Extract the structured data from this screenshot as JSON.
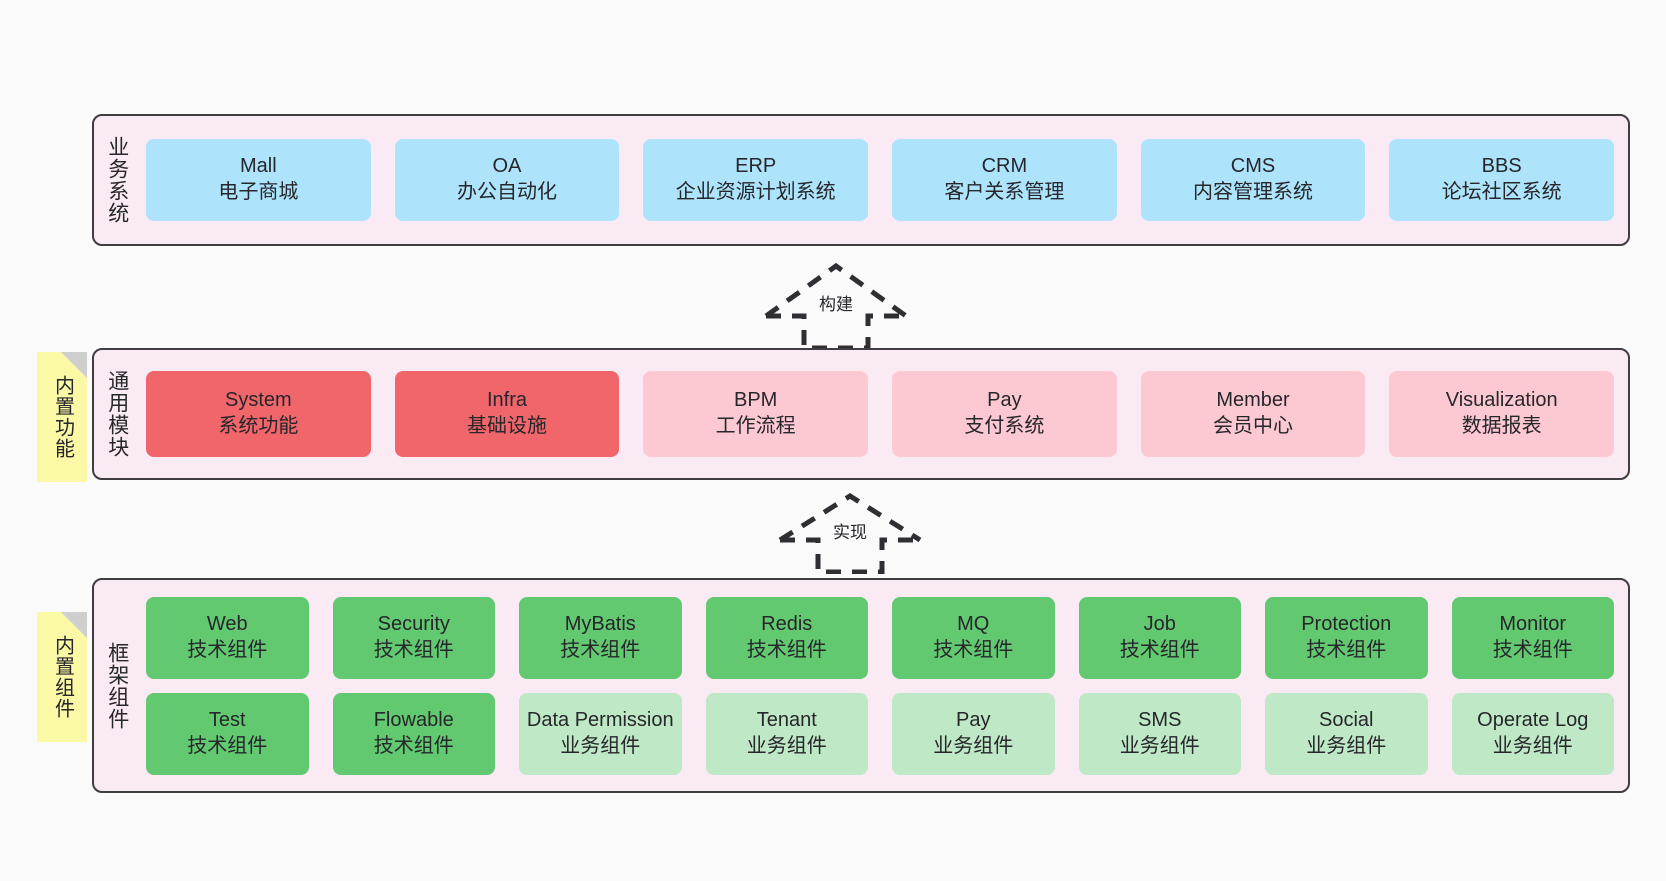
{
  "diagram": {
    "background": "#fafafa",
    "colors": {
      "layer_bg": "#f9eaf4",
      "layer_border": "#3d3d42",
      "blue": "#ade4fb",
      "red": "#f1666b",
      "pink": "#fcc9d3",
      "green": "#62c971",
      "light_green": "#bfe8c6",
      "note_yellow": "#fbf8a6",
      "note_fold": "#cfcfcf",
      "text": "#26262b"
    }
  },
  "layers": [
    {
      "id": "business-systems",
      "title": "业务系统",
      "rows": [
        {
          "cards": [
            {
              "en": "Mall",
              "cn": "电子商城",
              "color": "blue"
            },
            {
              "en": "OA",
              "cn": "办公自动化",
              "color": "blue"
            },
            {
              "en": "ERP",
              "cn": "企业资源计划系统",
              "color": "blue"
            },
            {
              "en": "CRM",
              "cn": "客户关系管理",
              "color": "blue"
            },
            {
              "en": "CMS",
              "cn": "内容管理系统",
              "color": "blue"
            },
            {
              "en": "BBS",
              "cn": "论坛社区系统",
              "color": "blue"
            }
          ]
        }
      ]
    },
    {
      "id": "common-modules",
      "title": "通用模块",
      "note": "内置功能",
      "rows": [
        {
          "cards": [
            {
              "en": "System",
              "cn": "系统功能",
              "color": "red"
            },
            {
              "en": "Infra",
              "cn": "基础设施",
              "color": "red"
            },
            {
              "en": "BPM",
              "cn": "工作流程",
              "color": "pink"
            },
            {
              "en": "Pay",
              "cn": "支付系统",
              "color": "pink"
            },
            {
              "en": "Member",
              "cn": "会员中心",
              "color": "pink"
            },
            {
              "en": "Visualization",
              "cn": "数据报表",
              "color": "pink"
            }
          ]
        }
      ]
    },
    {
      "id": "framework-components",
      "title": "框架组件",
      "note": "内置组件",
      "rows": [
        {
          "cards": [
            {
              "en": "Web",
              "cn": "技术组件",
              "color": "green"
            },
            {
              "en": "Security",
              "cn": "技术组件",
              "color": "green"
            },
            {
              "en": "MyBatis",
              "cn": "技术组件",
              "color": "green"
            },
            {
              "en": "Redis",
              "cn": "技术组件",
              "color": "green"
            },
            {
              "en": "MQ",
              "cn": "技术组件",
              "color": "green"
            },
            {
              "en": "Job",
              "cn": "技术组件",
              "color": "green"
            },
            {
              "en": "Protection",
              "cn": "技术组件",
              "color": "green"
            },
            {
              "en": "Monitor",
              "cn": "技术组件",
              "color": "green"
            }
          ]
        },
        {
          "cards": [
            {
              "en": "Test",
              "cn": "技术组件",
              "color": "green"
            },
            {
              "en": "Flowable",
              "cn": "技术组件",
              "color": "green"
            },
            {
              "en": "Data Permission",
              "cn": "业务组件",
              "color": "light_green"
            },
            {
              "en": "Tenant",
              "cn": "业务组件",
              "color": "light_green"
            },
            {
              "en": "Pay",
              "cn": "业务组件",
              "color": "light_green"
            },
            {
              "en": "SMS",
              "cn": "业务组件",
              "color": "light_green"
            },
            {
              "en": "Social",
              "cn": "业务组件",
              "color": "light_green"
            },
            {
              "en": "Operate Log",
              "cn": "业务组件",
              "color": "light_green"
            }
          ]
        }
      ]
    }
  ],
  "connectors": [
    {
      "id": "build",
      "label": "构建",
      "from": "common-modules",
      "to": "business-systems"
    },
    {
      "id": "implement",
      "label": "实现",
      "from": "framework-components",
      "to": "common-modules"
    }
  ]
}
